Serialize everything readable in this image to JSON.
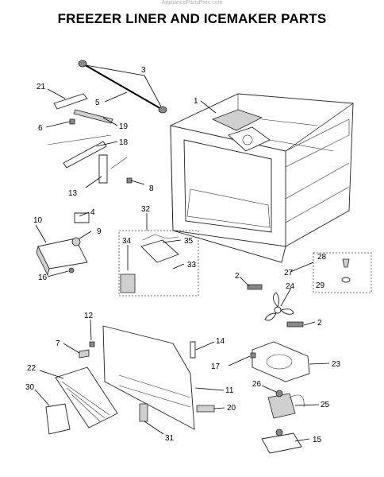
{
  "watermark": "AppliancePartsPros.com",
  "title": "FREEZER LINER AND ICEMAKER PARTS",
  "callouts": [
    "1",
    "2",
    "2",
    "3",
    "4",
    "5",
    "6",
    "7",
    "8",
    "9",
    "10",
    "11",
    "12",
    "13",
    "14",
    "15",
    "16",
    "17",
    "18",
    "19",
    "20",
    "21",
    "22",
    "23",
    "24",
    "25",
    "26",
    "27",
    "28",
    "29",
    "30",
    "31",
    "32",
    "33",
    "34",
    "35"
  ]
}
